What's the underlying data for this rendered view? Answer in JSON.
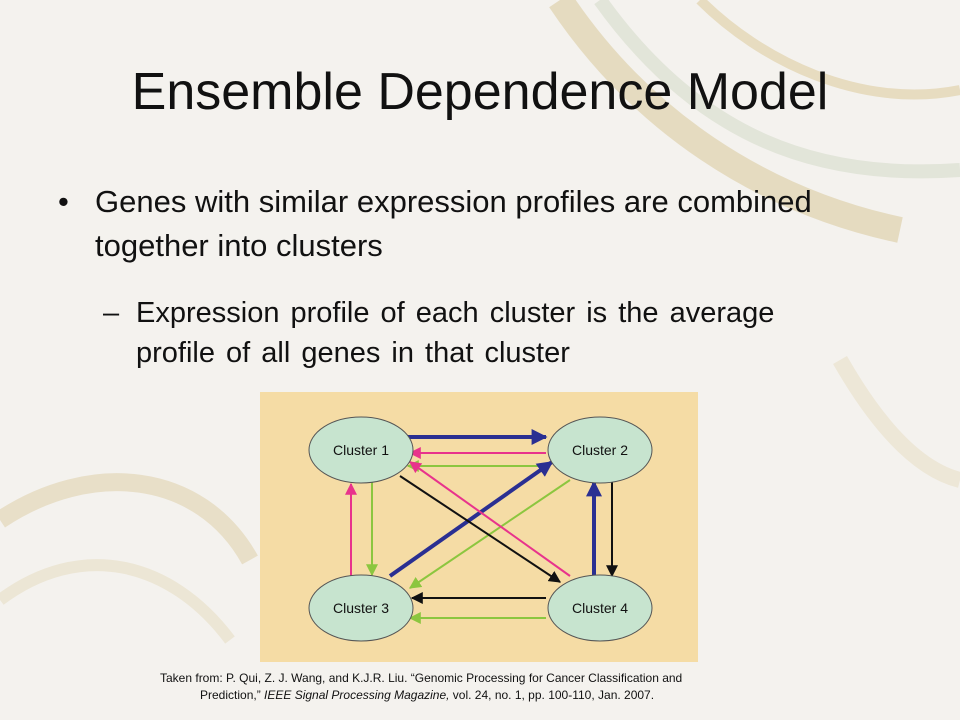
{
  "slide": {
    "title": "Ensemble Dependence Model",
    "bullet": {
      "symbol": "•",
      "text": "Genes with similar expression profiles are combined together into clusters"
    },
    "sub_bullet": {
      "symbol": "–",
      "text": "Expression profile of each cluster is the average profile of all genes in that cluster"
    },
    "citation": {
      "line1": "Taken from: P. Qui, Z. J. Wang, and K.J.R. Liu. “Genomic Processing for Cancer Classification and",
      "line2_prefix": "Prediction,” ",
      "line2_journal": "IEEE Signal Processing Magazine,",
      "line2_suffix": " vol. 24, no. 1, pp. 100-110, Jan. 2007."
    }
  },
  "diagram": {
    "background_color": "#f5dca5",
    "node_fill": "#c7e4cf",
    "nodes": [
      {
        "id": "c1",
        "label": "Cluster 1"
      },
      {
        "id": "c2",
        "label": "Cluster 2"
      },
      {
        "id": "c3",
        "label": "Cluster 3"
      },
      {
        "id": "c4",
        "label": "Cluster 4"
      }
    ],
    "edge_colors": {
      "blue": "#2a2f92",
      "pink": "#e8338c",
      "green": "#8cc63f",
      "black": "#111111"
    }
  }
}
